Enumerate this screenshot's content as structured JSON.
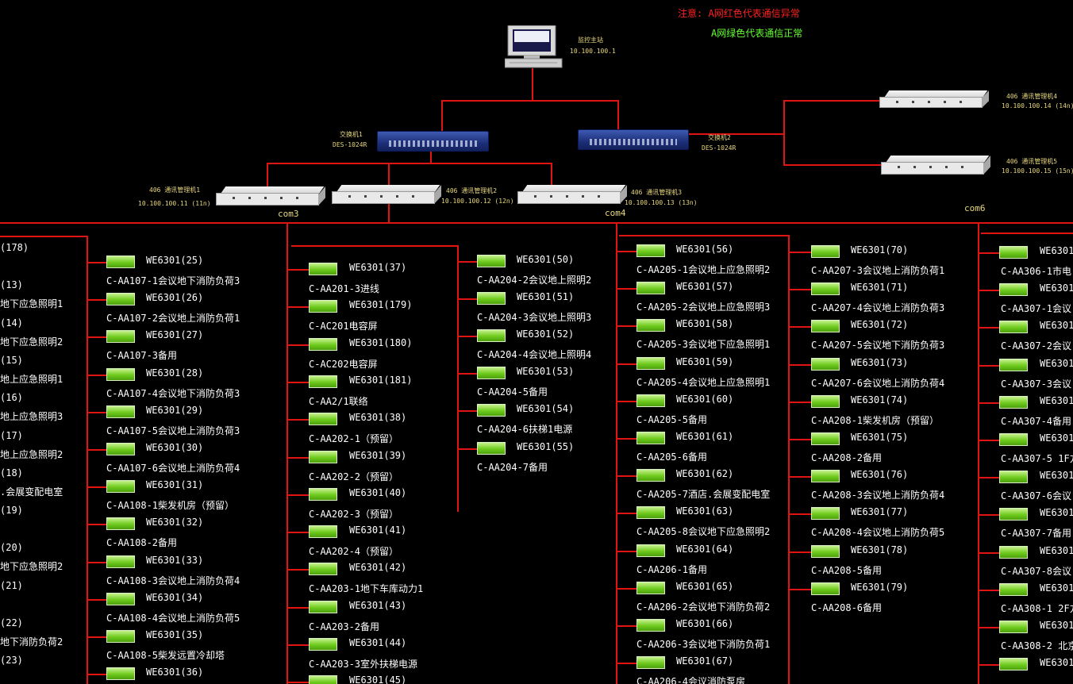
{
  "notes": {
    "red": {
      "prefix": "注意:",
      "text": "A网红色代表通信异常"
    },
    "green": {
      "text": "A网绿色代表通信正常"
    }
  },
  "colors": {
    "line": "#e11414",
    "indicator_ok": "#6ecb1c",
    "note_red": "#ff2020",
    "note_green": "#66ff33",
    "device_label": "#e8d87a",
    "text": "#ffffff",
    "background": "#000000"
  },
  "host": {
    "name": "监控主站",
    "ip": "10.100.100.1"
  },
  "switches": [
    {
      "name": "交换机1",
      "model": "DES-1024R"
    },
    {
      "name": "交换机2",
      "model": "DES-1024R"
    }
  ],
  "managers": [
    {
      "name": "406 通讯管理机1",
      "ip": "10.100.100.11 (11n)"
    },
    {
      "name": "406 通讯管理机2",
      "ip": "10.100.100.12 (12n)"
    },
    {
      "name": "406 通讯管理机3",
      "ip": "10.100.100.13 (13n)"
    },
    {
      "name": "406 通讯管理机4",
      "ip": "10.100.100.14 (14n)"
    },
    {
      "name": "406 通讯管理机5",
      "ip": "10.100.100.15 (15n)"
    }
  ],
  "ports": [
    "com3",
    "com4",
    "com6"
  ],
  "col0": {
    "items": [
      {
        "a": "(178)",
        "b": ""
      },
      {
        "a": "(13)",
        "b": "地下应急照明1"
      },
      {
        "a": "(14)",
        "b": "地下应急照明2"
      },
      {
        "a": "(15)",
        "b": "地上应急照明1"
      },
      {
        "a": "(16)",
        "b": "地上应急照明3"
      },
      {
        "a": "(17)",
        "b": "地上应急照明2"
      },
      {
        "a": "(18)",
        "b": ".会展变配电室"
      },
      {
        "a": "(19)",
        "b": ""
      },
      {
        "a": "(20)",
        "b": "地下应急照明2"
      },
      {
        "a": "(21)",
        "b": ""
      },
      {
        "a": "(22)",
        "b": "地下消防负荷2"
      },
      {
        "a": "(23)",
        "b": ""
      }
    ]
  },
  "col1": {
    "items": [
      {
        "id": "WE6301(25)",
        "desc": "C-AA107-1会议地下消防负荷3"
      },
      {
        "id": "WE6301(26)",
        "desc": "C-AA107-2会议地上消防负荷1"
      },
      {
        "id": "WE6301(27)",
        "desc": "C-AA107-3备用"
      },
      {
        "id": "WE6301(28)",
        "desc": "C-AA107-4会议地下消防负荷3"
      },
      {
        "id": "WE6301(29)",
        "desc": "C-AA107-5会议地上消防负荷3"
      },
      {
        "id": "WE6301(30)",
        "desc": "C-AA107-6会议地上消防负荷4"
      },
      {
        "id": "WE6301(31)",
        "desc": "C-AA108-1柴发机房（预留）"
      },
      {
        "id": "WE6301(32)",
        "desc": "C-AA108-2备用"
      },
      {
        "id": "WE6301(33)",
        "desc": "C-AA108-3会议地上消防负荷4"
      },
      {
        "id": "WE6301(34)",
        "desc": "C-AA108-4会议地上消防负荷5"
      },
      {
        "id": "WE6301(35)",
        "desc": "C-AA108-5柴发远置冷却塔"
      },
      {
        "id": "WE6301(36)",
        "desc": ""
      }
    ]
  },
  "col2": {
    "items": [
      {
        "id": "WE6301(37)",
        "desc": "C-AA201-3进线"
      },
      {
        "id": "WE6301(179)",
        "desc": "C-AC201电容屏"
      },
      {
        "id": "WE6301(180)",
        "desc": "C-AC202电容屏"
      },
      {
        "id": "WE6301(181)",
        "desc": "C-AA2/1联络"
      },
      {
        "id": "WE6301(38)",
        "desc": "C-AA202-1（预留）"
      },
      {
        "id": "WE6301(39)",
        "desc": "C-AA202-2（预留）"
      },
      {
        "id": "WE6301(40)",
        "desc": "C-AA202-3（预留）"
      },
      {
        "id": "WE6301(41)",
        "desc": "C-AA202-4（预留）"
      },
      {
        "id": "WE6301(42)",
        "desc": "C-AA203-1地下车库动力1"
      },
      {
        "id": "WE6301(43)",
        "desc": "C-AA203-2备用"
      },
      {
        "id": "WE6301(44)",
        "desc": "C-AA203-3室外扶梯电源"
      },
      {
        "id": "WE6301(45)",
        "desc": ""
      }
    ]
  },
  "col3": {
    "items": [
      {
        "id": "WE6301(50)",
        "desc": "C-AA204-2会议地上照明2"
      },
      {
        "id": "WE6301(51)",
        "desc": "C-AA204-3会议地上照明3"
      },
      {
        "id": "WE6301(52)",
        "desc": "C-AA204-4会议地上照明4"
      },
      {
        "id": "WE6301(53)",
        "desc": "C-AA204-5备用"
      },
      {
        "id": "WE6301(54)",
        "desc": "C-AA204-6扶梯1电源"
      },
      {
        "id": "WE6301(55)",
        "desc": "C-AA204-7备用"
      }
    ]
  },
  "col4": {
    "items": [
      {
        "id": "WE6301(56)",
        "desc": "C-AA205-1会议地上应急照明2"
      },
      {
        "id": "WE6301(57)",
        "desc": "C-AA205-2会议地上应急照明3"
      },
      {
        "id": "WE6301(58)",
        "desc": "C-AA205-3会议地下应急照明1"
      },
      {
        "id": "WE6301(59)",
        "desc": "C-AA205-4会议地上应急照明1"
      },
      {
        "id": "WE6301(60)",
        "desc": "C-AA205-5备用"
      },
      {
        "id": "WE6301(61)",
        "desc": "C-AA205-6备用"
      },
      {
        "id": "WE6301(62)",
        "desc": "C-AA205-7酒店.会展变配电室"
      },
      {
        "id": "WE6301(63)",
        "desc": "C-AA205-8会议地下应急照明2"
      },
      {
        "id": "WE6301(64)",
        "desc": "C-AA206-1备用"
      },
      {
        "id": "WE6301(65)",
        "desc": "C-AA206-2会议地下消防负荷2"
      },
      {
        "id": "WE6301(66)",
        "desc": "C-AA206-3会议地下消防负荷1"
      },
      {
        "id": "WE6301(67)",
        "desc": "C-AA206-4会议消防泵房"
      }
    ]
  },
  "col5": {
    "items": [
      {
        "id": "WE6301(70)",
        "desc": "C-AA207-3会议地上消防负荷1"
      },
      {
        "id": "WE6301(71)",
        "desc": "C-AA207-4会议地上消防负荷3"
      },
      {
        "id": "WE6301(72)",
        "desc": "C-AA207-5会议地下消防负荷3"
      },
      {
        "id": "WE6301(73)",
        "desc": "C-AA207-6会议地上消防负荷4"
      },
      {
        "id": "WE6301(74)",
        "desc": "C-AA208-1柴发机房（预留）"
      },
      {
        "id": "WE6301(75)",
        "desc": "C-AA208-2备用"
      },
      {
        "id": "WE6301(76)",
        "desc": "C-AA208-3会议地上消防负荷4"
      },
      {
        "id": "WE6301(77)",
        "desc": "C-AA208-4会议地上消防负荷5"
      },
      {
        "id": "WE6301(78)",
        "desc": "C-AA208-5备用"
      },
      {
        "id": "WE6301(79)",
        "desc": "C-AA208-6备用"
      }
    ]
  },
  "col6": {
    "items": [
      {
        "id": "WE6301",
        "desc": "C-AA306-1市电"
      },
      {
        "id": "WE6301",
        "desc": "C-AA307-1会议"
      },
      {
        "id": "WE6301",
        "desc": "C-AA307-2会议"
      },
      {
        "id": "WE6301",
        "desc": "C-AA307-3会议"
      },
      {
        "id": "WE6301",
        "desc": "C-AA307-4备用"
      },
      {
        "id": "WE6301",
        "desc": "C-AA307-5 1F方"
      },
      {
        "id": "WE6301",
        "desc": "C-AA307-6会议"
      },
      {
        "id": "WE6301",
        "desc": "C-AA307-7备用"
      },
      {
        "id": "WE6301",
        "desc": "C-AA307-8会议"
      },
      {
        "id": "WE6301",
        "desc": "C-AA308-1 2F方"
      },
      {
        "id": "WE6301",
        "desc": "C-AA308-2 北京"
      },
      {
        "id": "WE6301",
        "desc": ""
      }
    ]
  }
}
